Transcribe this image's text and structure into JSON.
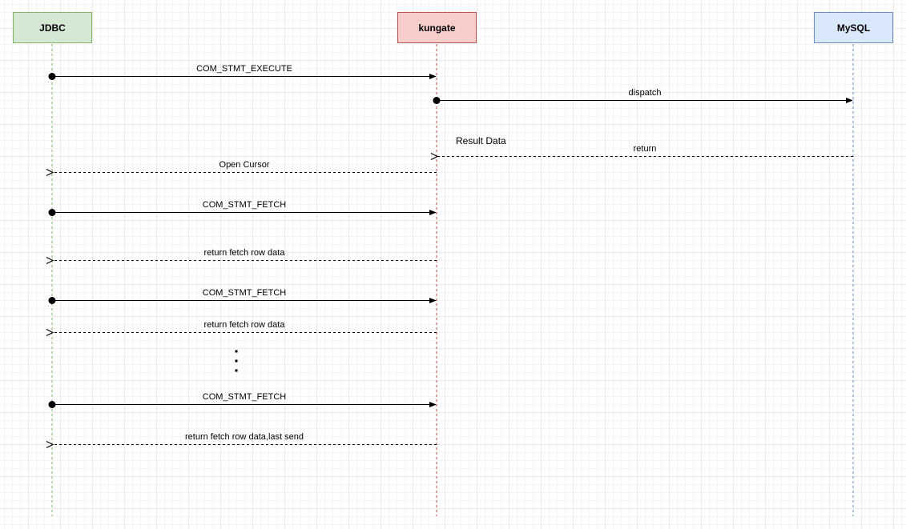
{
  "actors": [
    {
      "id": "jdbc",
      "label": "JDBC",
      "fill": "#d5e8d4",
      "stroke": "#82b366",
      "lifeline": "#82b366"
    },
    {
      "id": "kungate",
      "label": "kungate",
      "fill": "#f8cecc",
      "stroke": "#b85450",
      "lifeline": "#b85450"
    },
    {
      "id": "mysql",
      "label": "MySQL",
      "fill": "#dae8fc",
      "stroke": "#6c8ebf",
      "lifeline": "#6c8ebf"
    }
  ],
  "messages": [
    {
      "label": "COM_STMT_EXECUTE",
      "from": "jdbc",
      "to": "kungate",
      "kind": "sync"
    },
    {
      "label": "dispatch",
      "from": "kungate",
      "to": "mysql",
      "kind": "sync"
    },
    {
      "label": "return",
      "from": "mysql",
      "to": "kungate",
      "kind": "reply"
    },
    {
      "label": "Open Cursor",
      "from": "kungate",
      "to": "jdbc",
      "kind": "reply"
    },
    {
      "label": "COM_STMT_FETCH",
      "from": "jdbc",
      "to": "kungate",
      "kind": "sync"
    },
    {
      "label": "return fetch row data",
      "from": "kungate",
      "to": "jdbc",
      "kind": "reply"
    },
    {
      "label": "COM_STMT_FETCH",
      "from": "jdbc",
      "to": "kungate",
      "kind": "sync"
    },
    {
      "label": "return fetch row data",
      "from": "kungate",
      "to": "jdbc",
      "kind": "reply"
    },
    {
      "label": "COM_STMT_FETCH",
      "from": "jdbc",
      "to": "kungate",
      "kind": "sync"
    },
    {
      "label": "return fetch row data,last send",
      "from": "kungate",
      "to": "jdbc",
      "kind": "reply"
    }
  ],
  "note": {
    "label": "Result Data"
  },
  "ellipsis": {
    "dots": 3
  }
}
